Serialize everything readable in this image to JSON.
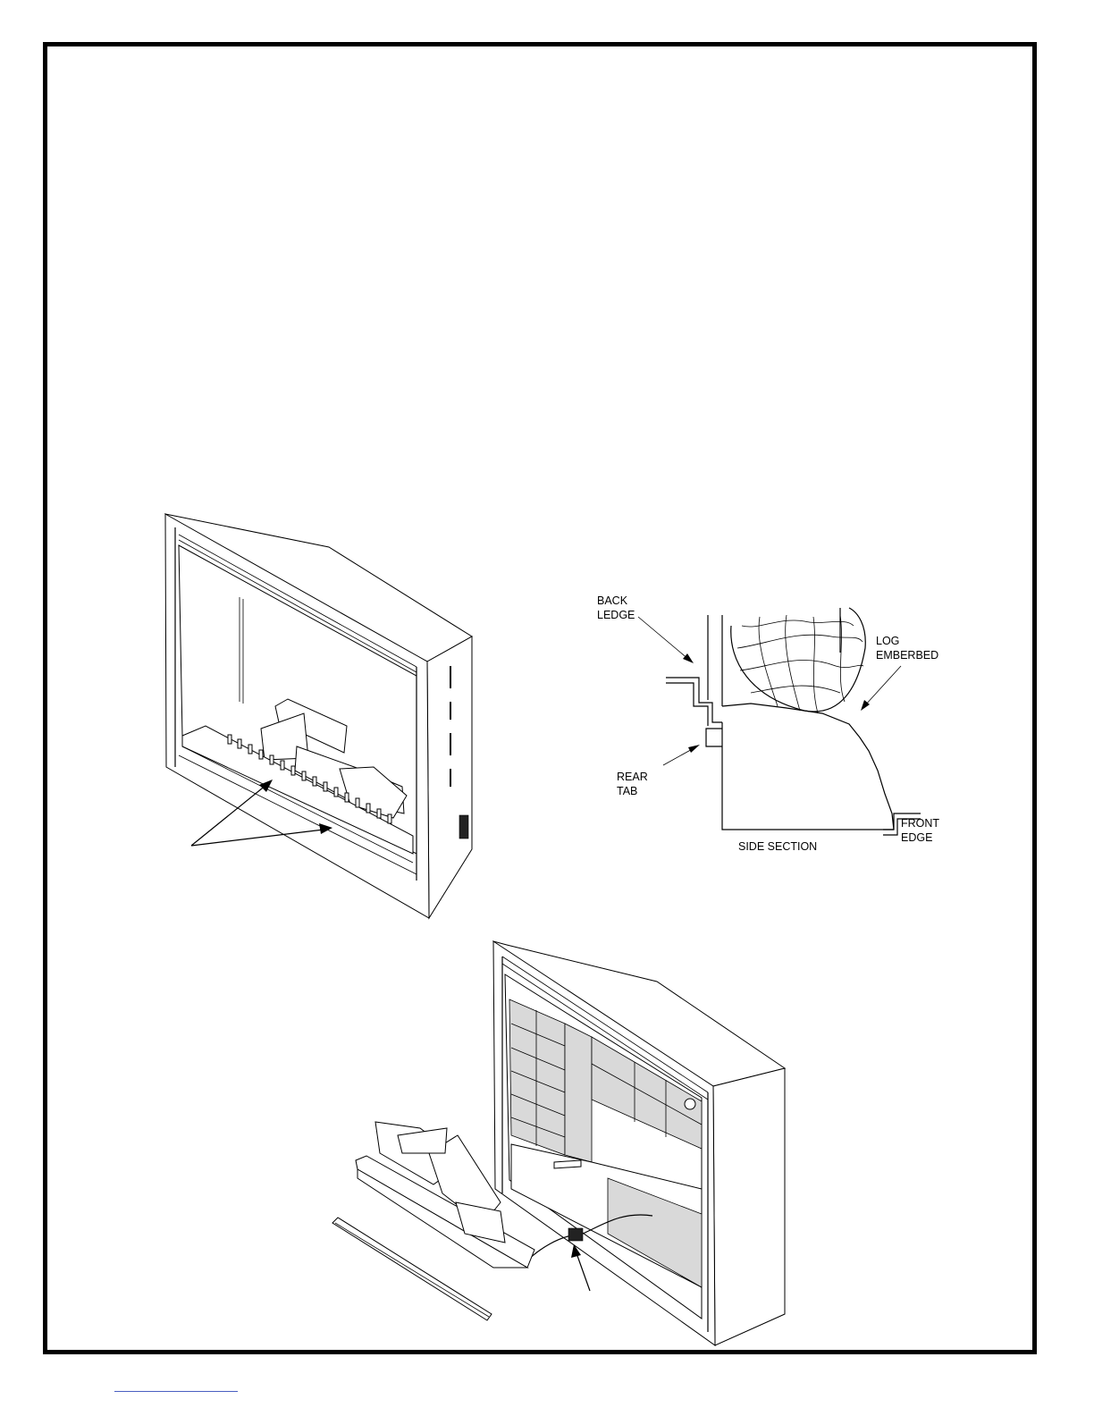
{
  "side_section": {
    "back_ledge": [
      "BACK",
      "LEDGE"
    ],
    "log_emberbed": [
      "LOG",
      "EMBERBED"
    ],
    "rear_tab": [
      "REAR",
      "TAB"
    ],
    "front_edge": [
      "FRONT",
      "EDGE"
    ],
    "caption": "SIDE SECTION"
  },
  "colors": {
    "frame": "#000000",
    "footer_rule": "#4a5fc1"
  }
}
